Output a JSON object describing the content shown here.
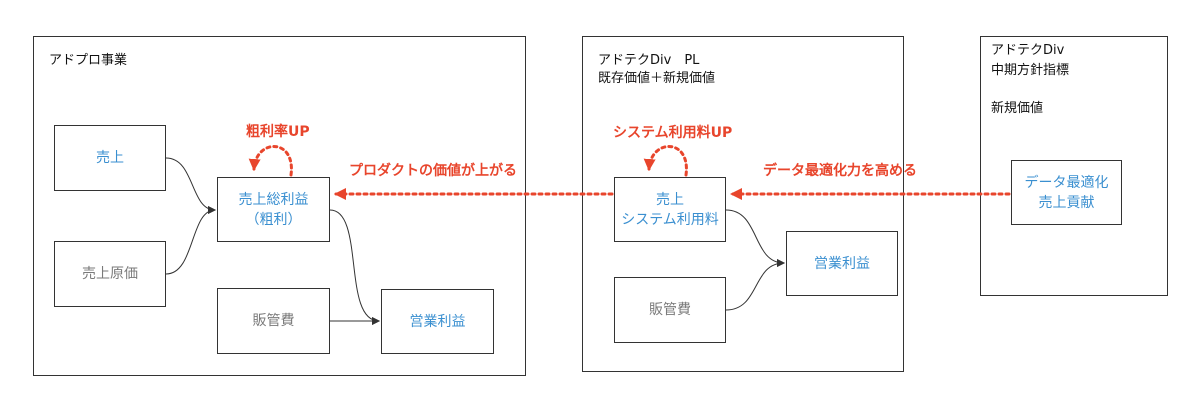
{
  "colors": {
    "accent_red": "#e8452c",
    "text_blue": "#3a8fd0",
    "text_gray": "#7a7a7a",
    "border": "#333333"
  },
  "panels": {
    "adpro": {
      "title": "アドプロ事業"
    },
    "div_pl": {
      "title_line1": "アドテクDiv　PL",
      "title_line2": "既存価値＋新規価値"
    },
    "div_kpi": {
      "title_line1": "アドテクDiv",
      "title_line2": "中期方針指標",
      "title_line3": "新規価値"
    }
  },
  "boxes": {
    "sales": "売上",
    "cost_of_sales": "売上原価",
    "gross_profit": "売上総利益\n（粗利）",
    "sga_left": "販管費",
    "op_profit_left": "営業利益",
    "sales_system_fee": "売上\nシステム利用料",
    "sga_mid": "販管費",
    "op_profit_mid": "営業利益",
    "data_opt_contrib": "データ最適化\n売上貢献"
  },
  "annotations": {
    "gross_margin_up": "粗利率UP",
    "product_value_up": "プロダクトの価値が上がる",
    "system_fee_up": "システム利用料UP",
    "data_opt_increase": "データ最適化力を高める"
  }
}
